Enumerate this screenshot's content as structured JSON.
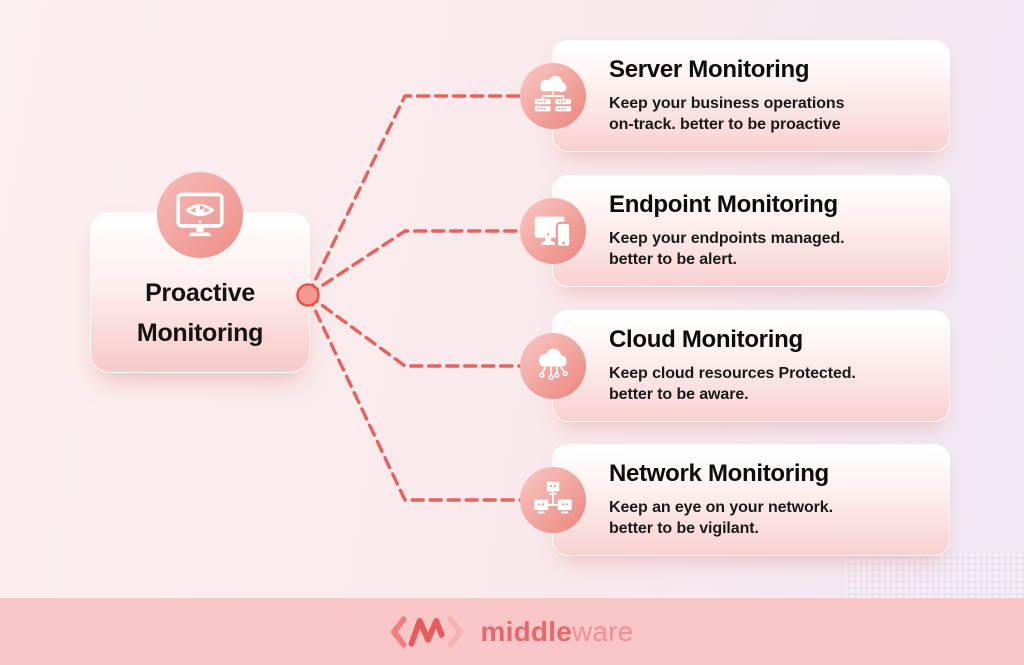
{
  "diagram": {
    "root": {
      "title_line1": "Proactive",
      "title_line2": "Monitoring",
      "icon": "monitor-eye-icon"
    },
    "branches": [
      {
        "title": "Server Monitoring",
        "desc_line1": "Keep your business operations",
        "desc_line2": "on-track. better to be proactive",
        "icon": "cloud-server-icon"
      },
      {
        "title": "Endpoint Monitoring",
        "desc_line1": "Keep your endpoints managed.",
        "desc_line2": "better to be alert.",
        "icon": "desktop-mobile-icon"
      },
      {
        "title": "Cloud Monitoring",
        "desc_line1": "Keep cloud resources Protected.",
        "desc_line2": "better to be aware.",
        "icon": "cloud-connections-icon"
      },
      {
        "title": "Network Monitoring",
        "desc_line1": "Keep an eye on your network.",
        "desc_line2": "better to be vigilant.",
        "icon": "network-nodes-icon"
      }
    ]
  },
  "footer": {
    "brand_bold": "middle",
    "brand_light": "ware",
    "logo_icon": "middleware-chevron-m-logo"
  },
  "colors": {
    "accent_connector": "#e7625c",
    "connector_dot_fill": "#f19a94",
    "connector_dot_stroke": "#e2564f",
    "card_gradient_bottom": "#f8d1d0",
    "icon_circle_gradient": "#ec847d",
    "background_left": "#fcefef",
    "background_right": "#efe8f5",
    "footer_background": "#f9c6c7",
    "brand_bold_color": "#e8696b",
    "brand_light_color": "#ef9093",
    "title_text": "#0d0d0d"
  }
}
